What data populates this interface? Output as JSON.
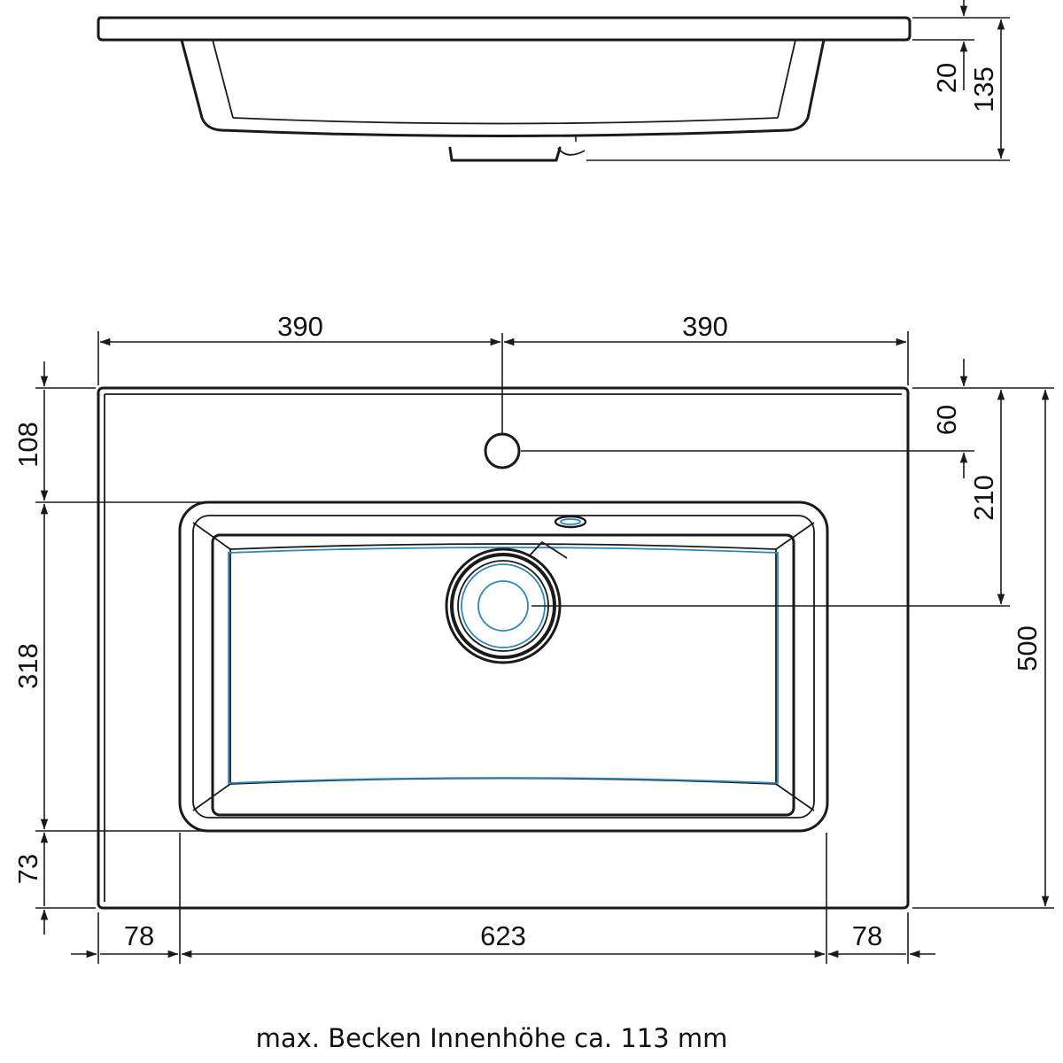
{
  "dimensions": {
    "side_view": {
      "rim_thickness": "20",
      "total_height": "135"
    },
    "top_view": {
      "half_width_left": "390",
      "half_width_right": "390",
      "tap_hole_offset": "60",
      "drain_offset": "210",
      "total_depth": "500",
      "front_edge_to_bowl": "108",
      "bowl_depth": "318",
      "back_edge": "73",
      "left_margin": "78",
      "bowl_width": "623",
      "right_margin": "78"
    }
  },
  "caption": "max. Becken Innenhöhe ca. 113 mm",
  "colors": {
    "line": "#1a1a1a",
    "accent": "#2e86b8"
  }
}
